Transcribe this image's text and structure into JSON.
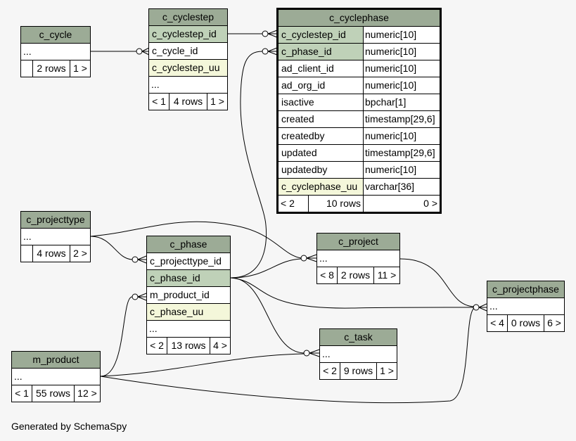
{
  "footer": {
    "generated_by": "Generated by SchemaSpy"
  },
  "tables": {
    "c_cycle": {
      "name": "c_cycle",
      "ellipsis": "...",
      "footer": [
        "",
        "2 rows",
        "1 >"
      ]
    },
    "c_cyclestep": {
      "name": "c_cyclestep",
      "columns": [
        "c_cyclestep_id",
        "c_cycle_id",
        "c_cyclestep_uu",
        "..."
      ],
      "footer": [
        "< 1",
        "4 rows",
        "1 >"
      ]
    },
    "c_cyclephase": {
      "name": "c_cyclephase",
      "columns": [
        {
          "name": "c_cyclestep_id",
          "type": "numeric[10]"
        },
        {
          "name": "c_phase_id",
          "type": "numeric[10]"
        },
        {
          "name": "ad_client_id",
          "type": "numeric[10]"
        },
        {
          "name": "ad_org_id",
          "type": "numeric[10]"
        },
        {
          "name": "isactive",
          "type": "bpchar[1]"
        },
        {
          "name": "created",
          "type": "timestamp[29,6]"
        },
        {
          "name": "createdby",
          "type": "numeric[10]"
        },
        {
          "name": "updated",
          "type": "timestamp[29,6]"
        },
        {
          "name": "updatedby",
          "type": "numeric[10]"
        },
        {
          "name": "c_cyclephase_uu",
          "type": "varchar[36]"
        }
      ],
      "footer": [
        "< 2",
        "10 rows",
        "0 >"
      ]
    },
    "c_projecttype": {
      "name": "c_projecttype",
      "ellipsis": "...",
      "footer": [
        "",
        "4 rows",
        "2 >"
      ]
    },
    "c_phase": {
      "name": "c_phase",
      "columns": [
        "c_projecttype_id",
        "c_phase_id",
        "m_product_id",
        "c_phase_uu",
        "..."
      ],
      "footer": [
        "< 2",
        "13 rows",
        "4 >"
      ]
    },
    "c_project": {
      "name": "c_project",
      "ellipsis": "...",
      "footer": [
        "< 8",
        "2 rows",
        "11 >"
      ]
    },
    "c_projectphase": {
      "name": "c_projectphase",
      "ellipsis": "...",
      "footer": [
        "< 4",
        "0 rows",
        "6 >"
      ]
    },
    "c_task": {
      "name": "c_task",
      "ellipsis": "...",
      "footer": [
        "< 2",
        "9 rows",
        "1 >"
      ]
    },
    "m_product": {
      "name": "m_product",
      "ellipsis": "...",
      "footer": [
        "< 1",
        "55 rows",
        "12 >"
      ]
    }
  }
}
